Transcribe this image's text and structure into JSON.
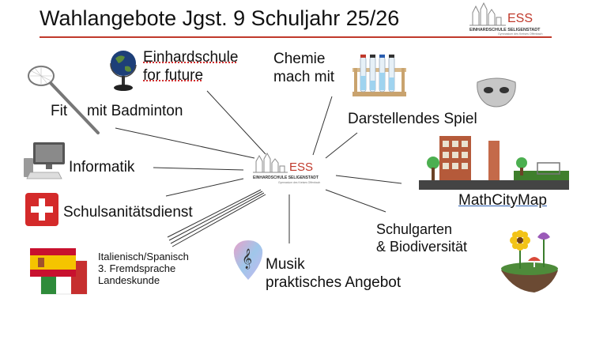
{
  "title": "Wahlangebote Jgst. 9 Schuljahr 25/26",
  "logo": {
    "initials": "ESS",
    "name": "EINHARDSCHULE SELIGENSTADT",
    "subtitle": "Gymnasium des Kreises Offenbach"
  },
  "topics": {
    "einhard": [
      "Einhardschule",
      "for future"
    ],
    "chemie": [
      "Chemie",
      "mach mit"
    ],
    "badminton": [
      "Fit",
      "mit Badminton"
    ],
    "darstellend": "Darstellendes Spiel",
    "informatik": "Informatik",
    "sanitaet": "Schulsanitätsdienst",
    "mathcity": "MathCityMap",
    "schulgarten": [
      "Schulgarten",
      "&  Biodiversität"
    ],
    "sprachen": [
      "Italienisch/Spanisch",
      "3. Fremdsprache",
      "Landeskunde"
    ],
    "musik": [
      "Musik",
      "praktisches Angebot"
    ]
  },
  "colors": {
    "accent": "#c0392b",
    "link_blue": "#2a5db0"
  },
  "icons": [
    "globe-icon",
    "test-tubes-icon",
    "badminton-racket-icon",
    "theater-mask-icon",
    "computer-icon",
    "first-aid-icon",
    "city-icon",
    "flower-garden-icon",
    "flags-icon",
    "guitar-pick-icon"
  ]
}
